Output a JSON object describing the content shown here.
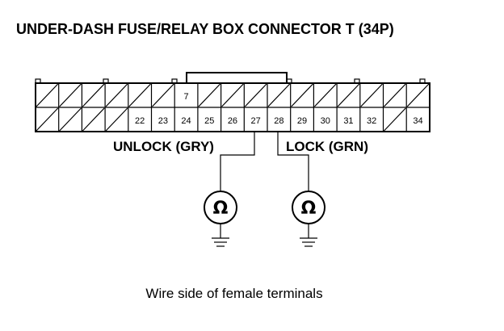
{
  "diagram": {
    "title": "UNDER-DASH FUSE/RELAY BOX CONNECTOR T (34P)",
    "caption": "Wire side of female terminals",
    "connector": {
      "top_row": [
        {
          "pin": ""
        },
        {
          "pin": ""
        },
        {
          "pin": ""
        },
        {
          "pin": ""
        },
        {
          "pin": ""
        },
        {
          "pin": ""
        },
        {
          "pin": "7"
        },
        {
          "pin": ""
        },
        {
          "pin": ""
        },
        {
          "pin": ""
        },
        {
          "pin": ""
        },
        {
          "pin": ""
        },
        {
          "pin": ""
        },
        {
          "pin": ""
        },
        {
          "pin": ""
        },
        {
          "pin": ""
        },
        {
          "pin": ""
        }
      ],
      "bottom_row": [
        {
          "pin": ""
        },
        {
          "pin": ""
        },
        {
          "pin": ""
        },
        {
          "pin": ""
        },
        {
          "pin": "22"
        },
        {
          "pin": "23"
        },
        {
          "pin": "24"
        },
        {
          "pin": "25"
        },
        {
          "pin": "26"
        },
        {
          "pin": "27"
        },
        {
          "pin": "28"
        },
        {
          "pin": "29"
        },
        {
          "pin": "30"
        },
        {
          "pin": "31"
        },
        {
          "pin": "32"
        },
        {
          "pin": ""
        },
        {
          "pin": "34"
        }
      ]
    },
    "probes": [
      {
        "label": "UNLOCK (GRY)",
        "pin": "27",
        "symbol": "Ω"
      },
      {
        "label": "LOCK (GRN)",
        "pin": "28",
        "symbol": "Ω"
      }
    ]
  }
}
